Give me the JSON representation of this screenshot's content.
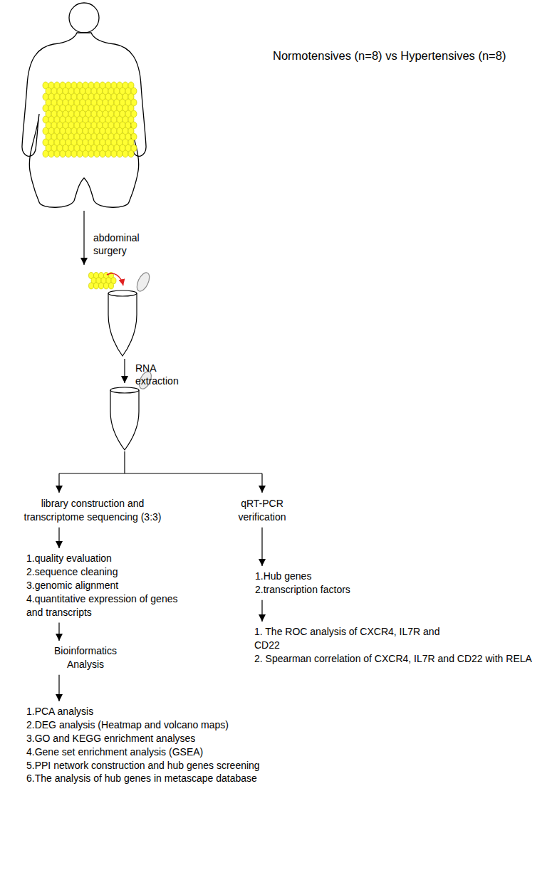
{
  "diagram": {
    "nodes": [
      {
        "text": [
          "library construction and transcriptome sequencing (3:3)"
        ]
      },
      {
        "text": [
          "1.quality evaluation",
          "2.sequence cleaning",
          "3.genomic alignment",
          "4.quantitative expression of genes and transcripts"
        ]
      },
      {
        "text": [
          "Bioinformatics Analysis"
        ]
      },
      {
        "text": [
          "1.PCA analysis",
          "2.DEG analysis (Heatmap and volcano maps)",
          "3.GO and KEGG enrichment analyses",
          "4.Gene set enrichment analysis (GSEA)",
          "5.PPI network construction and hub genes screening",
          "6.The analysis of hub genes in metascape database"
        ]
      },
      {
        "text": [
          "qRT-PCR verification"
        ]
      },
      {
        "text": [
          "1.Hub genes",
          "2.transcription factors"
        ]
      },
      {
        "text": [
          "1. The ROC analysis of CXCR4, IL7R and CD22",
          "2. Spearman correlation of CXCR4, IL7R and CD22 with RELA"
        ]
      }
    ],
    "edges": [
      {
        "from": 0,
        "to": 1,
        "arrow": "to"
      },
      {
        "from": 1,
        "to": 2,
        "arrow": "to"
      },
      {
        "from": 2,
        "to": 3,
        "arrow": "to"
      },
      {
        "from": 4,
        "to": 5,
        "arrow": "to"
      },
      {
        "from": 5,
        "to": 6,
        "arrow": "to"
      }
    ],
    "labels": [
      "Normotensives (n=8) vs Hypertensives (n=8)",
      "abdominal surgery",
      "RNA extraction"
    ]
  }
}
